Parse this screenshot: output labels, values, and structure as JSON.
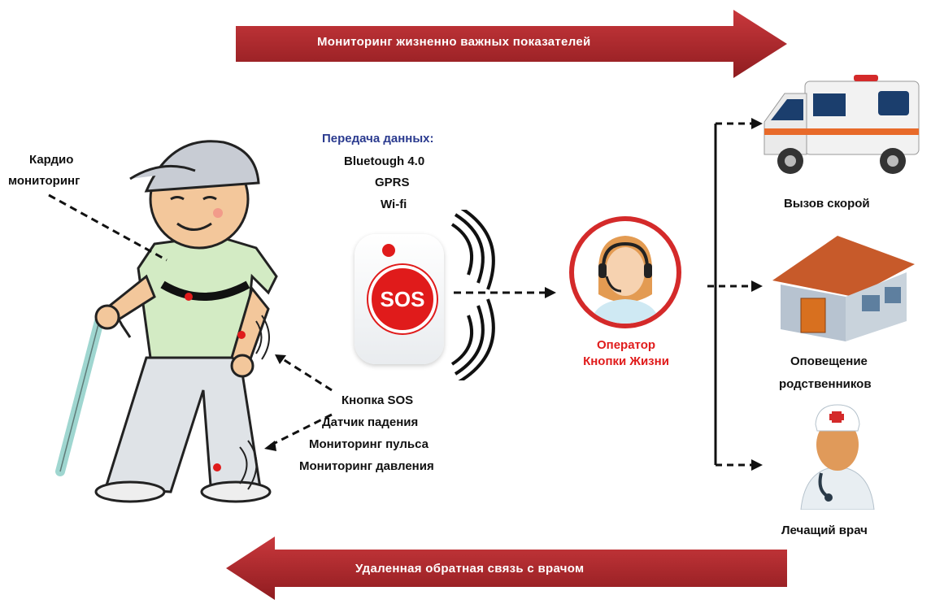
{
  "top_arrow": {
    "label": "Мониторинг жизненно важных показателей"
  },
  "bottom_arrow": {
    "label": "Удаленная обратная связь с врачом"
  },
  "cardio": {
    "line1": "Кардио",
    "line2": "мониторинг"
  },
  "transfer": {
    "title": "Передача данных:",
    "items": [
      "Bluetough 4.0",
      "GPRS",
      "Wi-fi"
    ]
  },
  "device": {
    "sos_text": "SOS"
  },
  "features": [
    "Кнопка SOS",
    "Датчик падения",
    "Мониторинг пульса",
    "Мониторинг давления"
  ],
  "operator": {
    "line1": "Оператор",
    "line2": "Кнопки Жизни"
  },
  "outcomes": {
    "ambulance": "Вызов скорой",
    "relatives_line1": "Оповещение",
    "relatives_line2": "родственников",
    "doctor": "Лечащий врач"
  },
  "colors": {
    "arrow_red": "#b3262b",
    "accent_red": "#e01b1b",
    "title_blue": "#2b3b8f"
  }
}
